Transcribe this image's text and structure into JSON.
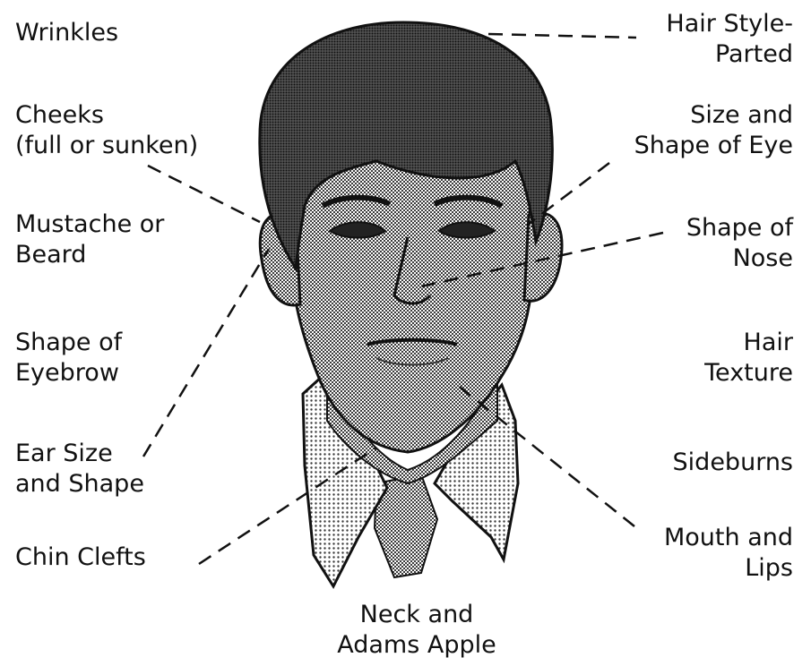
{
  "labels": {
    "wrinkles": "Wrinkles",
    "cheeks": [
      "Cheeks",
      "(full or sunken)"
    ],
    "mustache": [
      "Mustache or",
      "Beard"
    ],
    "eyebrow": [
      "Shape of",
      "Eyebrow"
    ],
    "ear": [
      "Ear Size",
      "and Shape"
    ],
    "chin": "Chin Clefts",
    "neck": [
      "Neck and",
      "Adams Apple"
    ],
    "hair_style": [
      "Hair Style-",
      "Parted"
    ],
    "eye": [
      "Size and",
      "Shape of Eye"
    ],
    "nose": [
      "Shape of",
      "Nose"
    ],
    "hair_texture": [
      "Hair",
      "Texture"
    ],
    "sideburns": "Sideburns",
    "mouth": [
      "Mouth and",
      "Lips"
    ]
  }
}
